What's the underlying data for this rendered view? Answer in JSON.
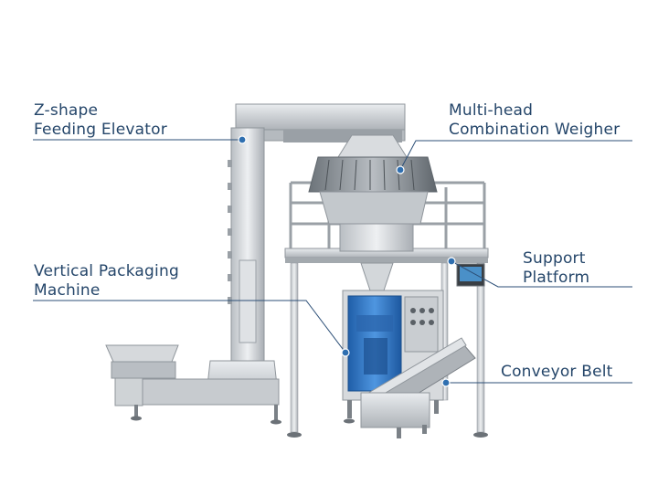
{
  "labels": {
    "zshape": [
      "Z-shape",
      "Feeding Elevator"
    ],
    "multihead": [
      "Multi-head",
      "Combination Weigher"
    ],
    "vertical": [
      "Vertical Packaging",
      "Machine"
    ],
    "support": [
      "Support",
      "Platform"
    ],
    "conveyor": [
      "Conveyor Belt"
    ]
  },
  "colors": {
    "label_text": "#25466a",
    "leader_line": "#2c4f77",
    "leader_dot": "#2f6fb0",
    "steel": "#c9cdd1",
    "steel_dark": "#8f959b",
    "bag_blue": "#2f74c6"
  }
}
